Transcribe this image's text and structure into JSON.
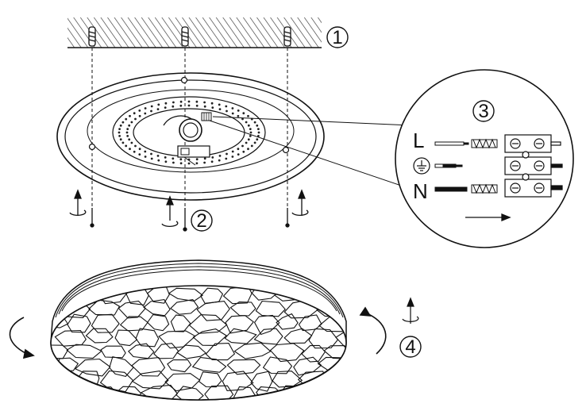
{
  "steps": [
    {
      "id": "step-1",
      "label": "1"
    },
    {
      "id": "step-2",
      "label": "2"
    },
    {
      "id": "step-3",
      "label": "3"
    },
    {
      "id": "step-4",
      "label": "4"
    }
  ],
  "wiring": {
    "live_label": "L",
    "neutral_label": "N",
    "earth_symbol": "ground-icon",
    "direction_symbol": "arrow-right-icon"
  },
  "colors": {
    "line": "#1a1a1a",
    "background": "#ffffff",
    "hatch": "#333333"
  }
}
